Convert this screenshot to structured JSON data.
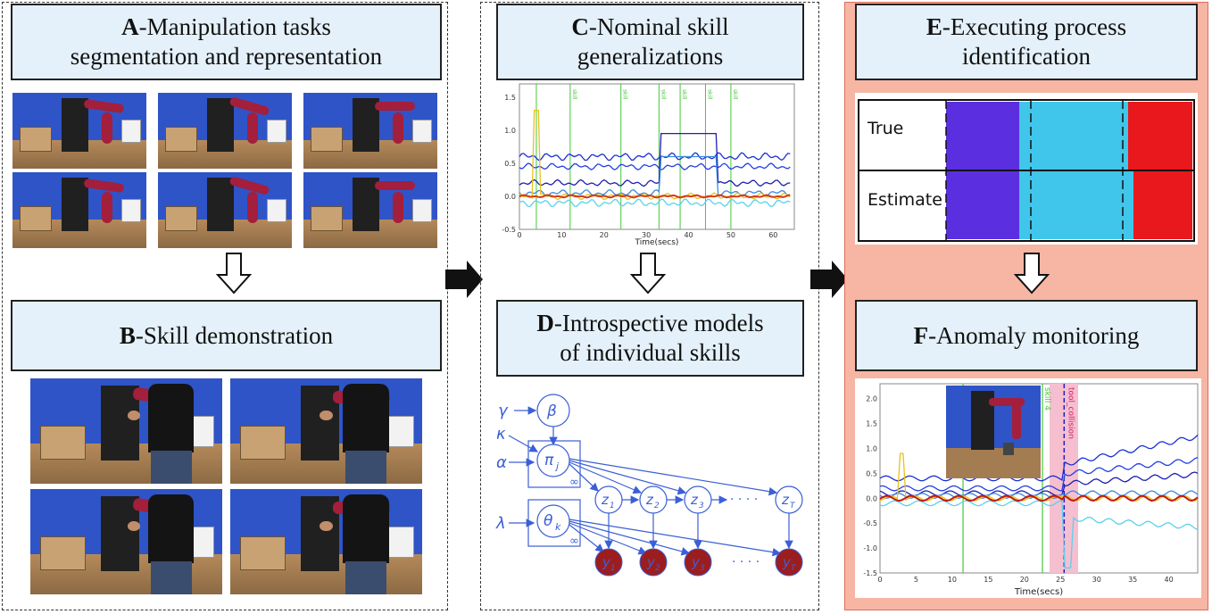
{
  "panels": {
    "A": {
      "letter": "A",
      "title_line1": "-Manipulation tasks",
      "title_line2": "segmentation and representation"
    },
    "B": {
      "letter": "B",
      "title": "-Skill demonstration"
    },
    "C": {
      "letter": "C",
      "title_line1": "-Nominal skill",
      "title_line2": "generalizations"
    },
    "D": {
      "letter": "D",
      "title_line1": "-Introspective models",
      "title_line2": "of individual skills"
    },
    "E": {
      "letter": "E",
      "title_line1": "-Executing process",
      "title_line2": "identification"
    },
    "F": {
      "letter": "F",
      "title": "-Anomaly monitoring"
    }
  },
  "colors": {
    "panel_title_bg": "#e4f1fa",
    "right_panel_bg": "#f7b5a4",
    "segment_purple": "#5b2fe0",
    "segment_cyan": "#40c6ea",
    "segment_red": "#e8181c"
  },
  "plot_c": {
    "xlabel": "Time(secs)",
    "xticks": [
      "0",
      "10",
      "20",
      "30",
      "40",
      "50",
      "60"
    ],
    "yticks": [
      "1.5",
      "1.0",
      "0.5",
      "0.0",
      "-0.5"
    ],
    "markers": [
      "skill",
      "skill",
      "skill",
      "skill",
      "skill",
      "skill"
    ]
  },
  "plot_e": {
    "rows": [
      "True",
      "Estimate"
    ]
  },
  "plot_f": {
    "xlabel": "Time(secs)",
    "xticks": [
      "0",
      "5",
      "10",
      "15",
      "20",
      "25",
      "30",
      "35",
      "40"
    ],
    "yticks": [
      "2.0",
      "1.5",
      "1.0",
      "0.5",
      "0.0",
      "-0.5",
      "-1.0",
      "-1.5"
    ],
    "marker_skill": "skill 4",
    "marker_collision": "tool_collision"
  },
  "graphical_model": {
    "gamma": "γ",
    "beta": "β",
    "kappa": "κ",
    "alpha": "α",
    "lambda": "λ",
    "pi": "π",
    "pi_sub": "j",
    "theta": "θ",
    "theta_sub": "k",
    "infinity": "∞",
    "z": [
      "z",
      "z",
      "z",
      "z"
    ],
    "z_sub": [
      "1",
      "2",
      "3",
      "T"
    ],
    "y": [
      "y",
      "y",
      "y",
      "y"
    ],
    "y_sub": [
      "1",
      "2",
      "3",
      "T"
    ],
    "dots": "· · · ·"
  }
}
